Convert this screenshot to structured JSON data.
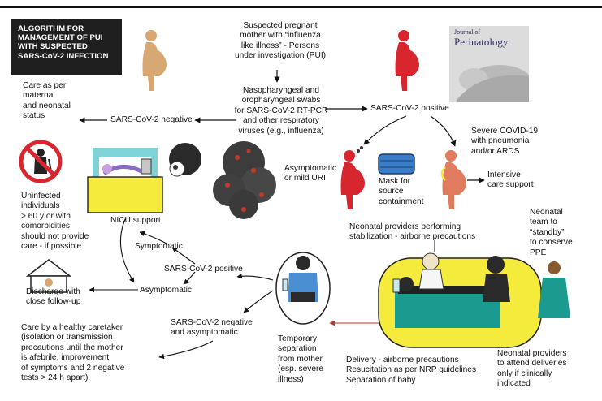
{
  "title": "ALGORITHM FOR\nMANAGEMENT  OF PUI\nWITH SUSPECTED\nSARS-CoV-2 INFECTION",
  "journal": {
    "line1": "Journal of",
    "line2": "Perinatology"
  },
  "nodes": {
    "suspected": "Suspected pregnant\nmother with “influenza\nlike illness” - Persons\nunder investigation (PUI)",
    "swabs": "Nasopharyngeal and\noropharyngeal swabs\nfor SARS-CoV-2 RT-PCR\nand other respiratory\nviruses (e.g., influenza)",
    "negative": "SARS-CoV-2 negative",
    "care_status": "Care as per\nmaternal\nand neonatal\nstatus",
    "positive": "SARS-CoV-2 positive",
    "severe": "Severe COVID-19\nwith pneumonia\nand/or ARDS",
    "intensive": "Intensive\ncare support",
    "asymptomatic_uri": "Asymptomatic\nor mild URI",
    "mask": "Mask for\nsource\ncontainment",
    "uninfected": "Uninfected\nindividuals\n> 60 y or with\ncomorbidities\nshould not provide\ncare - if possible",
    "nicu": "NICU support",
    "symptomatic": "Symptomatic",
    "infant_positive": "SARS-CoV-2 positive",
    "infant_asymptomatic": "Asymptomatic",
    "discharge": "Discharge with\nclose follow-up",
    "neg_asym": "SARS-CoV-2 negative\nand asymptomatic",
    "caretaker": "Care by a healthy caretaker\n(isolation or transmission\nprecautions until the mother\nis afebrile, improvement\nof symptoms and 2 negative\ntests > 24 h apart)",
    "separation": "Temporary\nseparation\nfrom mother\n(esp. severe\nillness)",
    "providers": "Neonatal providers performing\nstabilization - airborne precautions",
    "standby": "Neonatal\nteam to\n“standby”\nto conserve\nPPE",
    "delivery": "Delivery - airborne precautions\nResucitation as per NRP guidelines\nSeparation of baby",
    "attend": "Neonatal providers\nto attend deliveries\nonly if clinically\nindicated"
  },
  "colors": {
    "mother_neg": "#d7a873",
    "mother_pos": "#d8262f",
    "severe_skin": "#e07b5e",
    "panel": "#f5eb3c",
    "accent": "#1b9b8f"
  }
}
